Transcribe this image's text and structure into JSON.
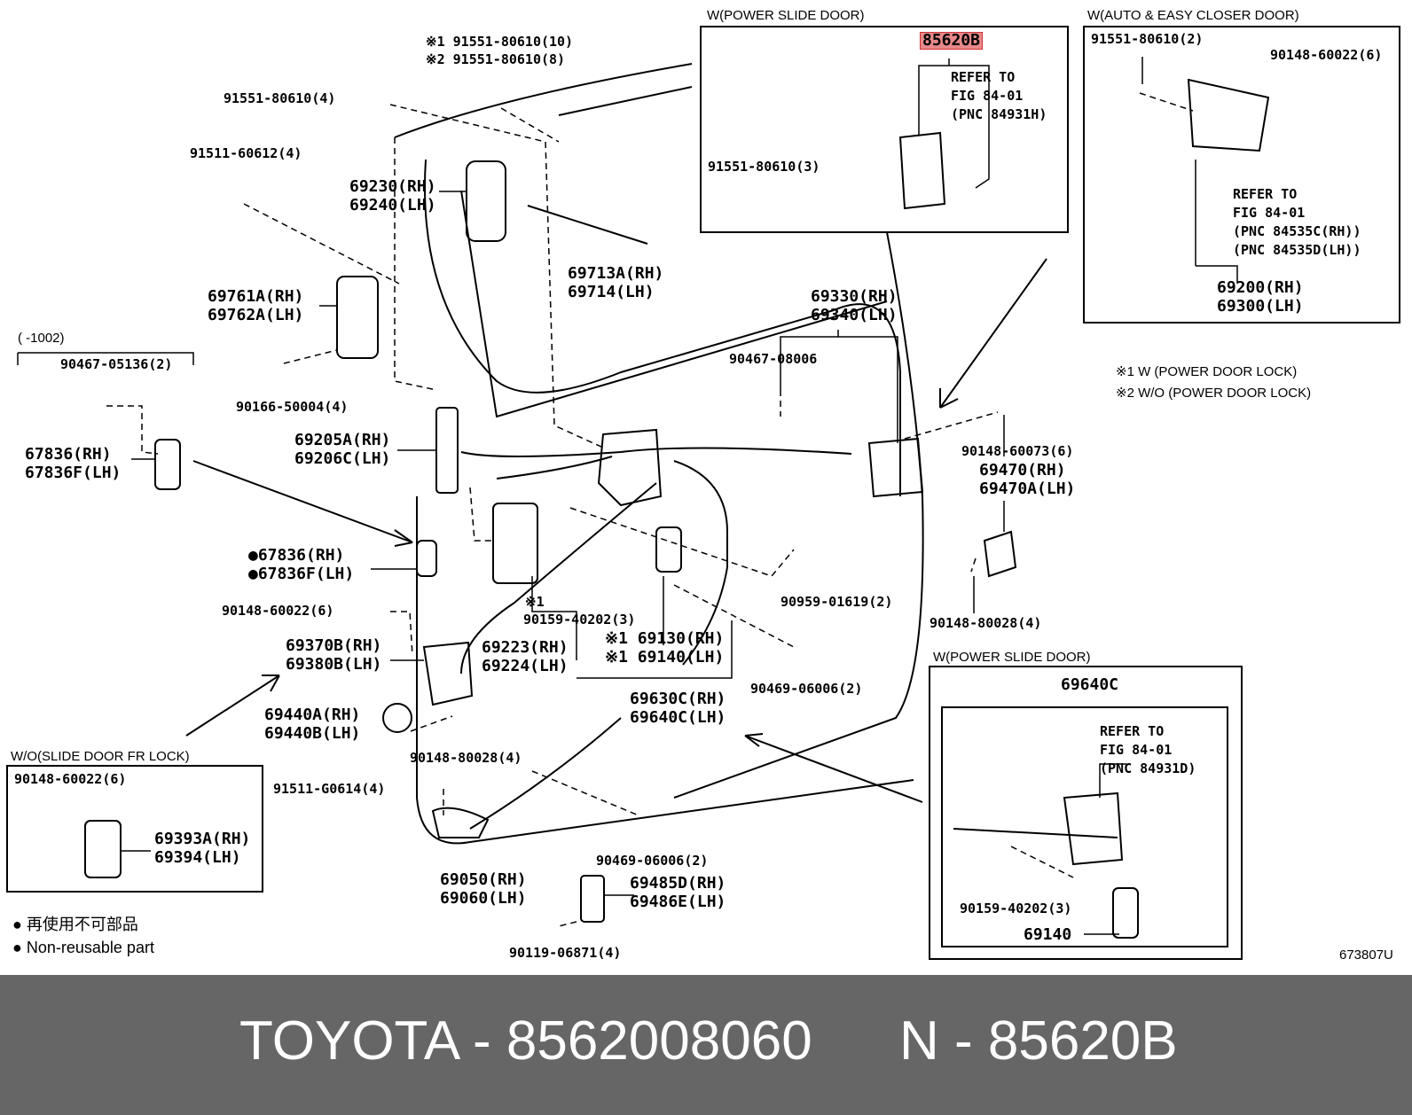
{
  "colors": {
    "footer_bg": "#666666",
    "footer_text": "#ffffff",
    "highlight": "#e8888a"
  },
  "insets": {
    "power_slide_top": {
      "title": "W(POWER SLIDE DOOR)",
      "part": "85620B",
      "refer": [
        "REFER TO",
        "FIG 84-01",
        "(PNC 84931H)"
      ],
      "bolt": "91551-80610(3)"
    },
    "auto_closer": {
      "title": "W(AUTO & EASY CLOSER DOOR)",
      "parts": [
        "91551-80610(2)",
        "90148-60022(6)"
      ],
      "refer": [
        "REFER TO",
        "FIG 84-01",
        "(PNC 84535C(RH))",
        "(PNC 84535D(LH))"
      ],
      "main": [
        "69200(RH)",
        "69300(LH)"
      ]
    },
    "power_slide_bottom": {
      "title": "W(POWER SLIDE DOOR)",
      "header": "69640C",
      "refer": [
        "REFER TO",
        "FIG 84-01",
        "(PNC 84931D)"
      ],
      "parts": [
        "90159-40202(3)",
        "69140"
      ]
    },
    "wo_slide": {
      "title": "W/O(SLIDE DOOR FR LOCK)",
      "parts": [
        "90148-60022(6)",
        "69393A(RH)",
        "69394(LH)"
      ]
    }
  },
  "notes": {
    "n1": "※1 W (POWER DOOR LOCK)",
    "n2": "※2 W/O (POWER DOOR LOCK)",
    "legend_jp": "● 再使用不可部品",
    "legend_en": "● Non-reusable part",
    "range": "(      -1002)",
    "figure_code": "673807U"
  },
  "labels": {
    "a1": "※1 91551-80610(10)",
    "a2": "※2 91551-80610(8)",
    "b1": "91551-80610(4)",
    "b2": "91511-60612(4)",
    "c1": "69230(RH)",
    "c2": "69240(LH)",
    "d1": "69713A(RH)",
    "d2": "69714(LH)",
    "e1": "69761A(RH)",
    "e2": "69762A(LH)",
    "f1": "90467-05136(2)",
    "f2": "90166-50004(4)",
    "g1": "67836(RH)",
    "g2": "67836F(LH)",
    "h1": "69205A(RH)",
    "h2": "69206C(LH)",
    "i1": "69330(RH)",
    "i2": "69340(LH)",
    "j1": "90467-08006",
    "k1": "90148-60073(6)",
    "k2": "69470(RH)",
    "k3": "69470A(LH)",
    "l1": "●67836(RH)",
    "l2": "●67836F(LH)",
    "m1": "90148-60022(6)",
    "m2": "69370B(RH)",
    "m3": "69380B(LH)",
    "n1": "※1",
    "n2": "90159-40202(3)",
    "n3": "69223(RH)",
    "n4": "69224(LH)",
    "o1": "※1 69130(RH)",
    "o2": "※1 69140(LH)",
    "p1": "90959-01619(2)",
    "p2": "90148-80028(4)",
    "q1": "69440A(RH)",
    "q2": "69440B(LH)",
    "q3": "90148-80028(4)",
    "r1": "90469-06006(2)",
    "s1": "69630C(RH)",
    "s2": "69640C(LH)",
    "t1": "91511-G0614(4)",
    "u1": "90469-06006(2)",
    "v1": "69050(RH)",
    "v2": "69060(LH)",
    "w1": "69485D(RH)",
    "w2": "69486E(LH)",
    "x1": "90119-06871(4)"
  },
  "footer": {
    "left": "TOYOTA - 8562008060",
    "right": "N - 85620B"
  }
}
